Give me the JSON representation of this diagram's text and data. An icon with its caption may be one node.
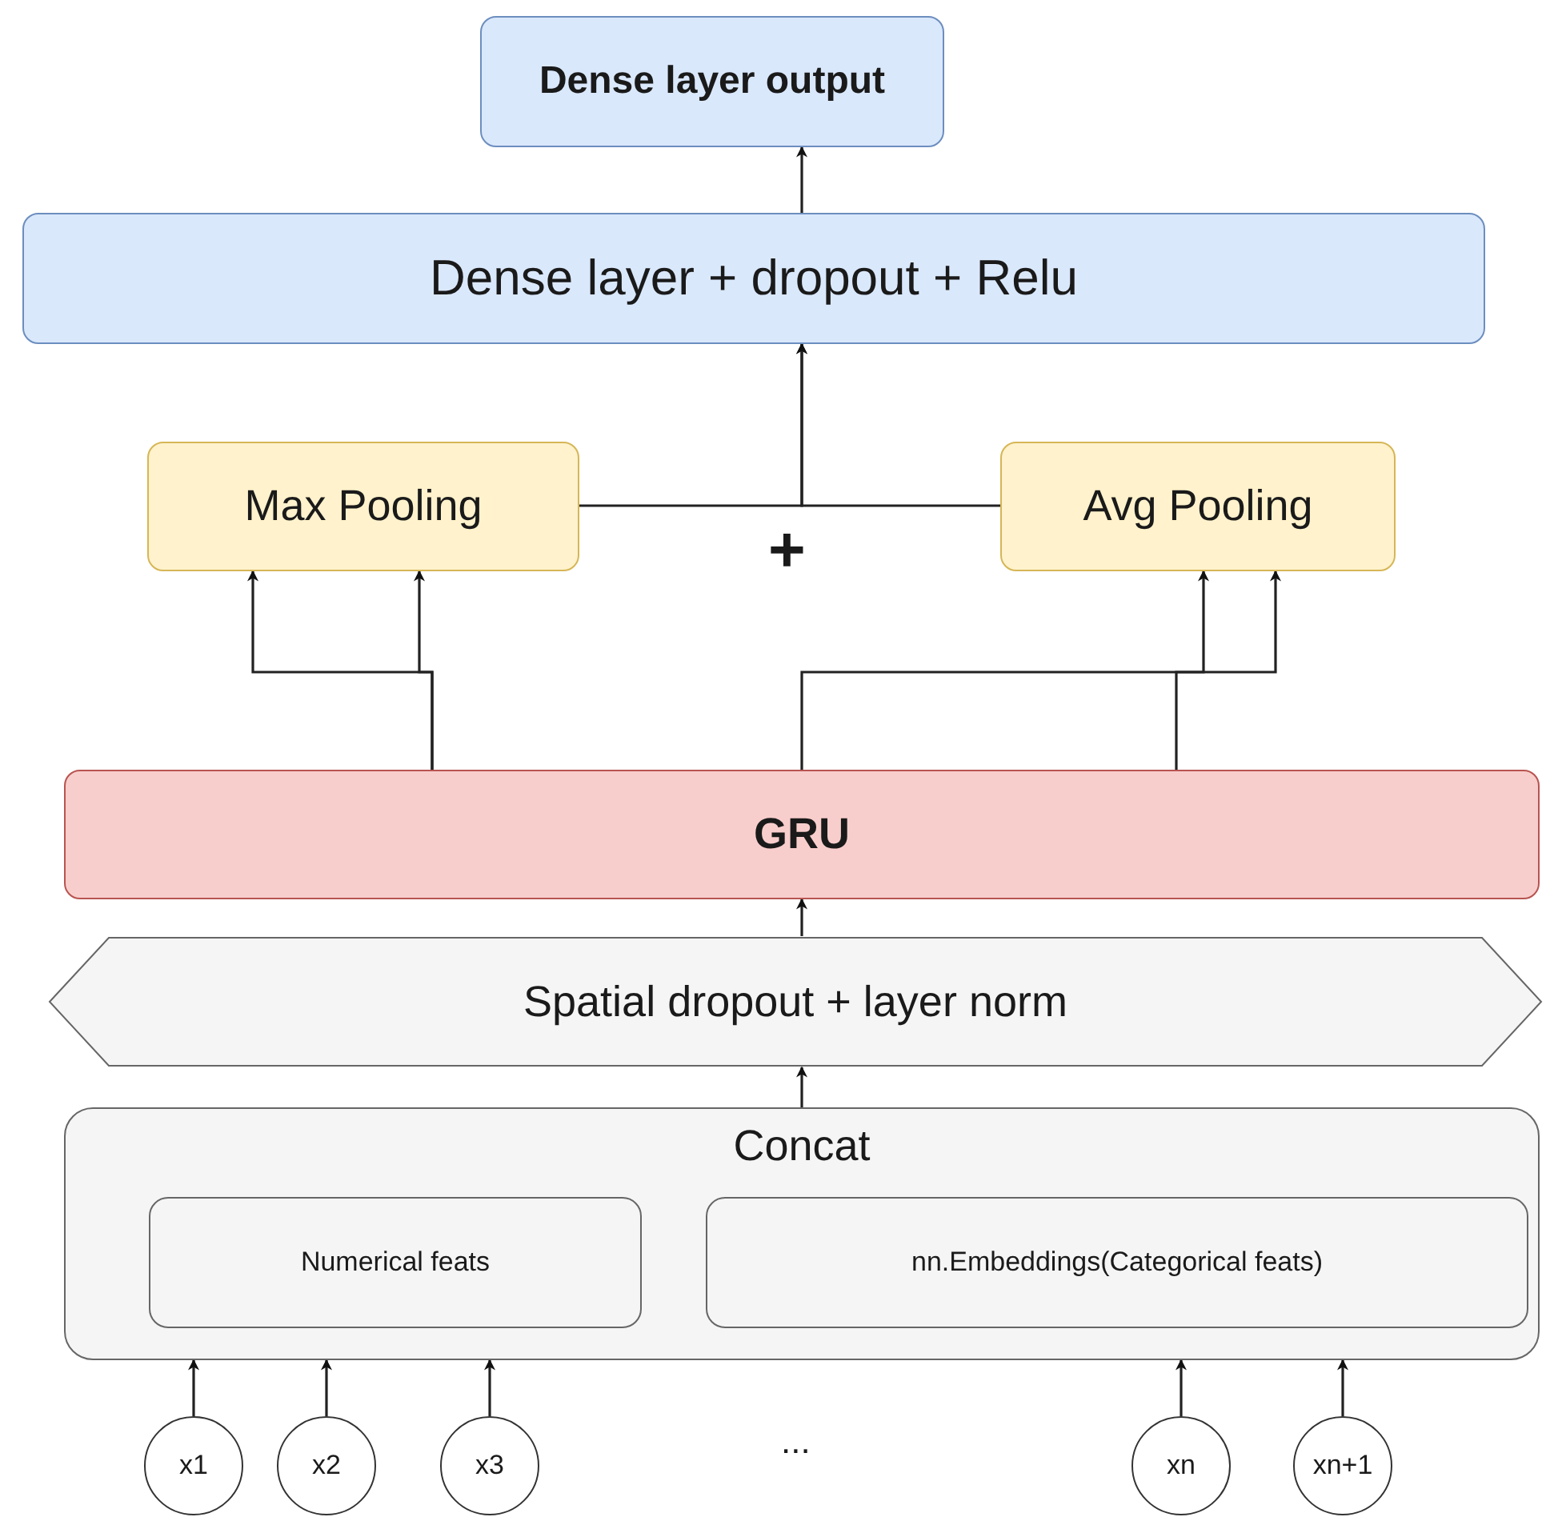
{
  "diagram": {
    "nodes": [
      {
        "text": [
          "Dense layer output"
        ]
      },
      {
        "text": [
          "Dense layer + dropout + Relu"
        ]
      },
      {
        "text": [
          "Max Pooling"
        ]
      },
      {
        "text": [
          "Avg Pooling"
        ]
      },
      {
        "text": [
          "GRU"
        ]
      },
      {
        "text": [
          "Spatial dropout + layer norm"
        ]
      },
      {
        "text": [
          "Concat"
        ]
      },
      {
        "text": [
          "Numerical feats"
        ],
        "in": 6
      },
      {
        "text": [
          "nn.Embeddings(Categorical feats)"
        ],
        "in": 6
      },
      {
        "text": [
          "x1"
        ]
      },
      {
        "text": [
          "x2"
        ]
      },
      {
        "text": [
          "x3"
        ]
      },
      {
        "text": [
          "xn"
        ]
      },
      {
        "text": [
          "xn+1"
        ]
      }
    ],
    "edges": [
      {
        "from": 1,
        "to": 0,
        "arrow": "to"
      },
      {
        "from": 2,
        "to": 1,
        "arrow": "to"
      },
      {
        "from": 3,
        "to": 1,
        "arrow": "to"
      },
      {
        "from": 4,
        "to": 2,
        "arrow": "to"
      },
      {
        "from": 4,
        "to": 2,
        "arrow": "to"
      },
      {
        "from": 4,
        "to": 3,
        "arrow": "to"
      },
      {
        "from": 4,
        "to": 3,
        "arrow": "to"
      },
      {
        "from": 5,
        "to": 4,
        "arrow": "to"
      },
      {
        "from": 6,
        "to": 5,
        "arrow": "to"
      },
      {
        "from": 9,
        "to": 6,
        "arrow": "to"
      },
      {
        "from": 10,
        "to": 6,
        "arrow": "to"
      },
      {
        "from": 11,
        "to": 6,
        "arrow": "to"
      },
      {
        "from": 12,
        "to": 6,
        "arrow": "to"
      },
      {
        "from": 13,
        "to": 6,
        "arrow": "to"
      }
    ],
    "labels": [
      "+",
      "..."
    ]
  }
}
